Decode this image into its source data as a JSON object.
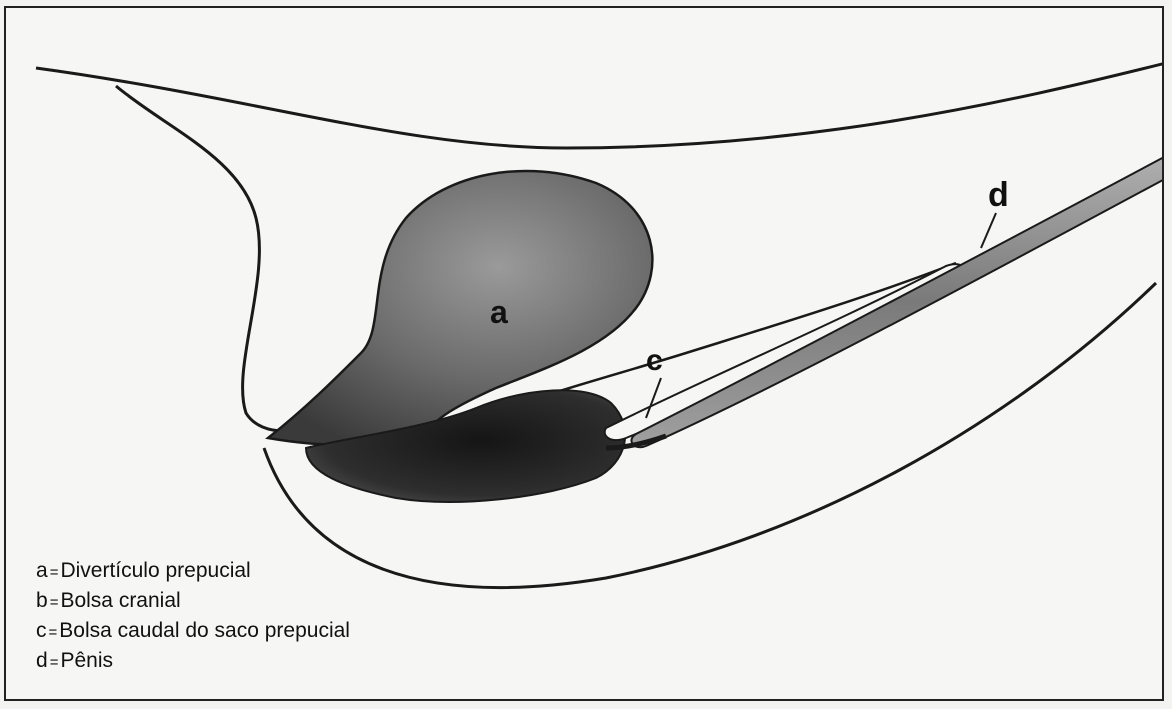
{
  "labels": {
    "a": "a",
    "c": "c",
    "d": "d"
  },
  "legend": [
    {
      "key": "a",
      "sep": "=",
      "text": "Divertículo prepucial"
    },
    {
      "key": "b",
      "sep": "=",
      "text": "Bolsa cranial"
    },
    {
      "key": "c",
      "sep": "=",
      "text": "Bolsa caudal do saco prepucial"
    },
    {
      "key": "d",
      "sep": "=",
      "text": "Pênis"
    }
  ],
  "colors": {
    "background": "#f6f6f4",
    "outline": "#1a1a1a",
    "diverticulum": "#5a5a5a",
    "cranial_pouch": "#2e2e2e",
    "penis": "#8a8a8a"
  }
}
